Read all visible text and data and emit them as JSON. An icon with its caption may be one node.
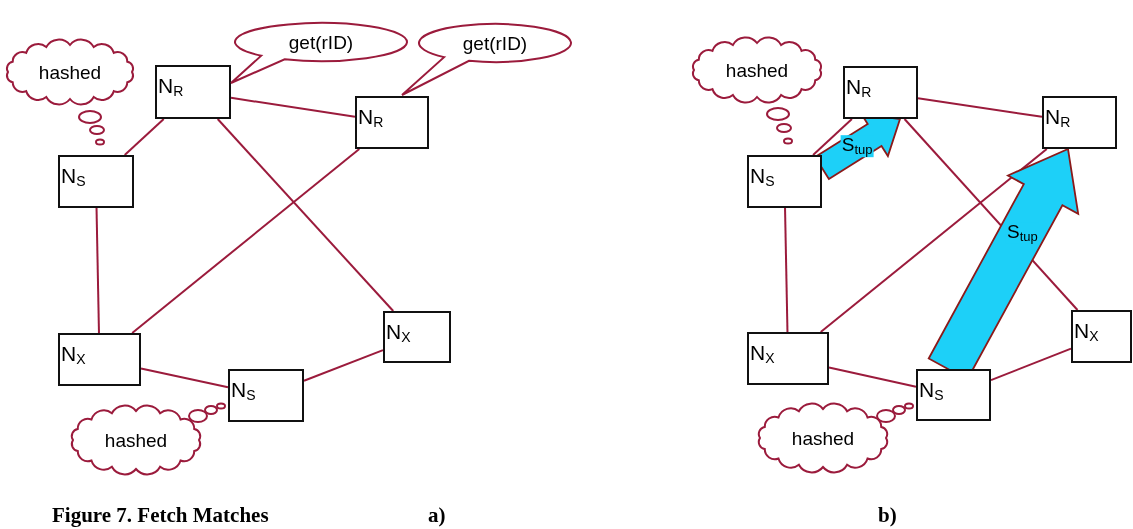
{
  "diagram": {
    "caption": "Figure 7. Fetch Matches",
    "nodes": [
      {
        "text": [
          "N$_{R}$"
        ]
      },
      {
        "text": [
          "N$_{R}$"
        ]
      },
      {
        "text": [
          "N$_{S}$"
        ]
      },
      {
        "text": [
          "N$_{X}$"
        ]
      },
      {
        "text": [
          "N$_{X}$"
        ]
      },
      {
        "text": [
          "N$_{S}$"
        ]
      },
      {
        "text": [
          "hashed"
        ]
      },
      {
        "text": [
          "hashed"
        ]
      },
      {
        "text": [
          "get(rID)"
        ]
      },
      {
        "text": [
          "get(rID)"
        ]
      },
      {
        "text": [
          "N$_{R}$"
        ]
      },
      {
        "text": [
          "N$_{R}$"
        ]
      },
      {
        "text": [
          "N$_{S}$"
        ]
      },
      {
        "text": [
          "N$_{X}$"
        ]
      },
      {
        "text": [
          "N$_{X}$"
        ]
      },
      {
        "text": [
          "N$_{S}$"
        ]
      },
      {
        "text": [
          "hashed"
        ]
      },
      {
        "text": [
          "hashed"
        ]
      }
    ],
    "edges": [
      {
        "from": 0,
        "to": 1,
        "arrow": "none"
      },
      {
        "from": 0,
        "to": 2,
        "arrow": "none"
      },
      {
        "from": 0,
        "to": 4,
        "arrow": "none"
      },
      {
        "from": 1,
        "to": 3,
        "arrow": "none"
      },
      {
        "from": 2,
        "to": 3,
        "arrow": "none"
      },
      {
        "from": 3,
        "to": 5,
        "arrow": "none"
      },
      {
        "from": 5,
        "to": 4,
        "arrow": "none"
      },
      {
        "from": 10,
        "to": 11,
        "arrow": "none"
      },
      {
        "from": 10,
        "to": 12,
        "arrow": "none"
      },
      {
        "from": 10,
        "to": 14,
        "arrow": "none"
      },
      {
        "from": 11,
        "to": 13,
        "arrow": "none"
      },
      {
        "from": 12,
        "to": 13,
        "arrow": "none"
      },
      {
        "from": 13,
        "to": 15,
        "arrow": "none"
      },
      {
        "from": 15,
        "to": 14,
        "arrow": "none"
      },
      {
        "from": 12,
        "to": 10,
        "arrow": "to",
        "label": "S$_{tup}$",
        "style": "thick",
        "color": "#1dd0f8"
      },
      {
        "from": 15,
        "to": 11,
        "arrow": "to",
        "label": "S$_{tup}$",
        "style": "thick",
        "color": "#1dd0f8"
      }
    ],
    "labels": [
      "a)",
      "b)"
    ]
  }
}
